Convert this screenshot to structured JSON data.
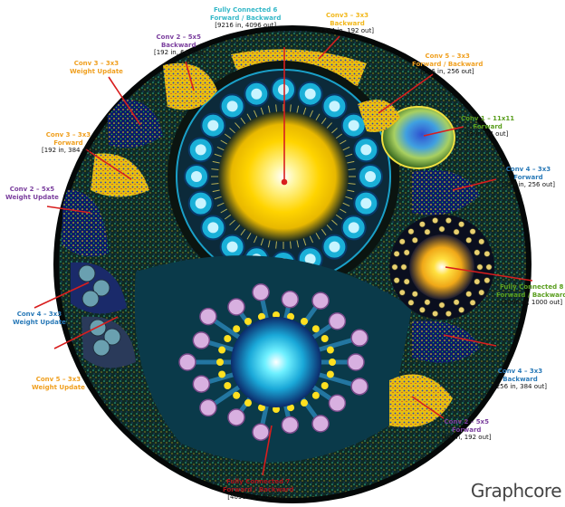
{
  "brand": "Graphcore",
  "labels": {
    "fc6": {
      "title1": "Fully Connected 6",
      "title2": "Forward / Backward",
      "sub": "[9216 in, 4096 out]"
    },
    "conv3_bwd": {
      "title1": "Conv3 – 3x3",
      "title2": "Backward",
      "sub": "[384 in, 192 out]"
    },
    "conv2_bwd": {
      "title1": "Conv 2 – 5x5",
      "title2": "Backward",
      "sub": "[192 in, 64 out]"
    },
    "conv3_wu": {
      "title1": "Conv 3 – 3x3",
      "title2": "Weight Update"
    },
    "conv5_fb": {
      "title1": "Conv 5 – 3x3",
      "title2": "Forward / Backward",
      "sub": "[256 in, 256 out]"
    },
    "conv1_fwd": {
      "title1": "Conv 1 – 11x11",
      "title2": "Forward",
      "sub": "[3 in, 64 out]"
    },
    "conv3_fwd": {
      "title1": "Conv 3 – 3x3",
      "title2": "Forward",
      "sub": "[192 in, 384 out]"
    },
    "conv4_fwd": {
      "title1": "Conv 4 – 3x3",
      "title2": "Forward",
      "sub": "[384 in, 256 out]"
    },
    "conv2_wu": {
      "title1": "Conv 2 – 5x5",
      "title2": "Weight Update"
    },
    "fc8": {
      "title1": "Fully Connected 8",
      "title2": "Forward / Backward",
      "sub": "[4096 in, 1000 out]"
    },
    "conv4_wu": {
      "title1": "Conv 4 – 3x3",
      "title2": "Weight Update"
    },
    "conv4_bwd": {
      "title1": "Conv 4 – 3x3",
      "title2": "Backward",
      "sub": "[256 in, 384 out]"
    },
    "conv5_wu": {
      "title1": "Conv 5 – 3x3",
      "title2": "Weight Update"
    },
    "conv2_fwd": {
      "title1": "Conv 2 – 5x5",
      "title2": "Forward",
      "sub": "[64 in, 192 out]"
    },
    "fc7": {
      "title1": "Fully Connected 7",
      "title2": "Forward / Backward",
      "sub": "[4096 in, 4096 out]"
    }
  },
  "colors": {
    "purple": "#7b3f9e",
    "orange": "#f0a020",
    "teal": "#35b8c8",
    "green": "#5a9e1e",
    "blue": "#2a7ab8",
    "dark_red": "#a8141c",
    "leader": "#d81e1e"
  }
}
